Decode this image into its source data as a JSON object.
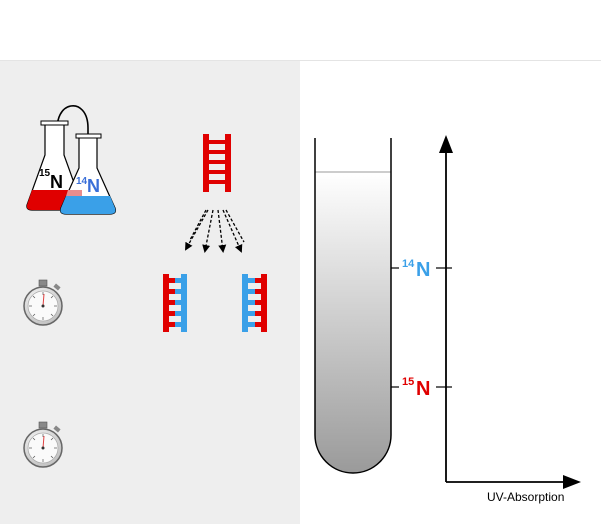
{
  "flasks": {
    "left_label": {
      "sup": "15",
      "el": "N"
    },
    "right_label": {
      "sup": "14",
      "el": "N"
    }
  },
  "tube": {
    "marker_upper": {
      "sup": "14",
      "el": "N"
    },
    "marker_lower": {
      "sup": "15",
      "el": "N"
    }
  },
  "axis": {
    "xlabel": "UV-Absorption"
  },
  "colors": {
    "n15": "#e00000",
    "n14": "#3aa0e8",
    "panel": "#eeeeee"
  },
  "icons": [
    "stopwatch-icon",
    "stopwatch-icon"
  ]
}
